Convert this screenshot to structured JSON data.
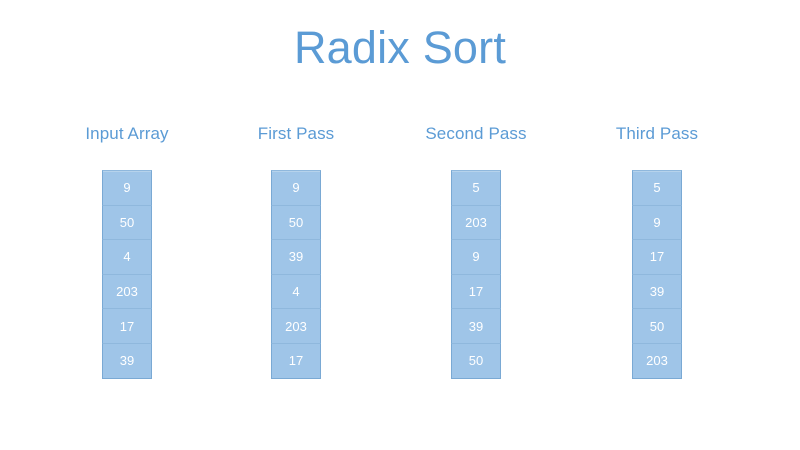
{
  "slide": {
    "title": "Radix Sort",
    "title_color": "#5B9BD5",
    "background_color": "#FFFFFF",
    "cell_fill_color": "#9FC5E8",
    "cell_border_color": "#7AA9D4",
    "cell_text_color": "#FFFFFF"
  },
  "columns": [
    {
      "header": "Input Array",
      "values": [
        "9",
        "50",
        "4",
        "203",
        "17",
        "39"
      ]
    },
    {
      "header": "First Pass",
      "values": [
        "9",
        "50",
        "39",
        "4",
        "203",
        "17"
      ]
    },
    {
      "header": "Second Pass",
      "values": [
        "5",
        "203",
        "9",
        "17",
        "39",
        "50"
      ]
    },
    {
      "header": "Third Pass",
      "values": [
        "5",
        "9",
        "17",
        "39",
        "50",
        "203"
      ]
    }
  ]
}
